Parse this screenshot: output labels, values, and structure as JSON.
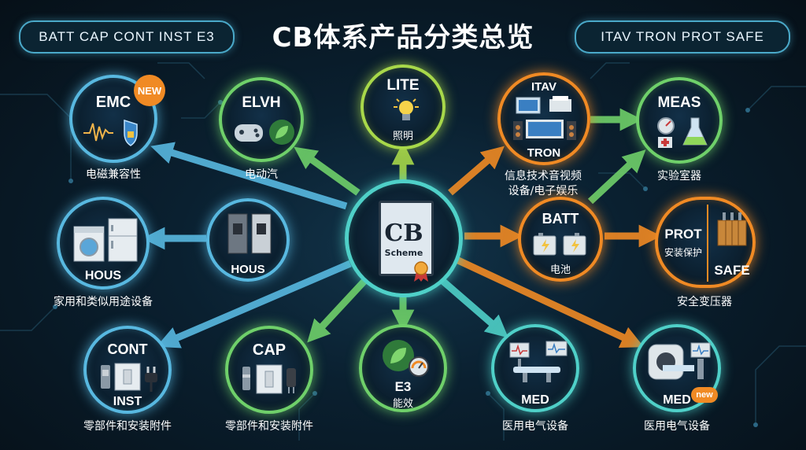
{
  "title": "CB体系产品分类总览",
  "pill_left": "BATT  CAP  CONT  INST  E3",
  "pill_right": "ITAV  TRON  PROT  SAFE",
  "center": {
    "code": "CB",
    "sub": "Scheme"
  },
  "nodes": {
    "emc": {
      "code": "EMC",
      "badge": "NEW",
      "caption": "电磁兼容性"
    },
    "elvh": {
      "code": "ELVH",
      "caption": "电动汽"
    },
    "lite": {
      "code": "LITE",
      "inner": "照明"
    },
    "itav": {
      "code": "ITAV",
      "code2": "TRON",
      "caption1": "信息技术音视频",
      "caption2": "设备/电子娱乐"
    },
    "meas": {
      "code": "MEAS",
      "caption": "实验室器"
    },
    "hous_left": {
      "code": "HOUS",
      "caption": "家用和类似用途设备"
    },
    "hous_mid": {
      "code": "HOUS"
    },
    "batt": {
      "code": "BATT",
      "inner": "电池"
    },
    "prot": {
      "code": "PROT",
      "inner": "安装保护",
      "code2": "SAFE",
      "caption": "安全变压器"
    },
    "cont": {
      "code": "CONT",
      "code2": "INST",
      "caption": "零部件和安装附件"
    },
    "cap": {
      "code": "CAP",
      "caption": "零部件和安装附件"
    },
    "e3": {
      "code": "E3",
      "inner": "能效"
    },
    "med_left": {
      "code": "MED",
      "caption": "医用电气设备"
    },
    "med_right": {
      "code": "MED",
      "badge": "new",
      "caption": "医用电气设备"
    }
  },
  "colors": {
    "blue": "#58b8e0",
    "green": "#6fd06a",
    "orange": "#f08a24",
    "lime": "#a8d84a",
    "teal": "#4fd0c8"
  }
}
